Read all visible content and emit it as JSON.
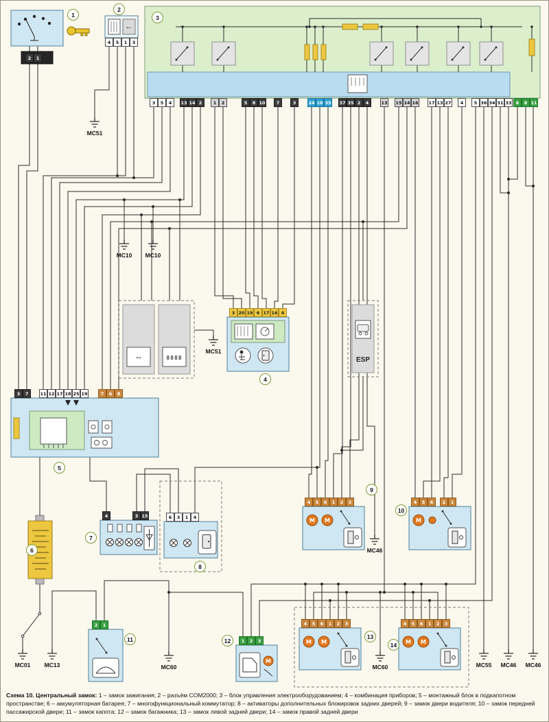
{
  "caption": {
    "title": "Схема 10. Центральный замок:",
    "body": " 1 – замок зажигания; 2 – разъём COM2000; 3 – блок управления электрооборудованием; 4 – комбинация приборов; 5 – монтажный блок в подкапотном пространстве; 6 – аккумуляторная батарея; 7 – многофункциональный коммутатор; 8 – активаторы дополнительных блокировок задних дверей; 9 – замок двери водителя; 10 – замок передней пассажирской двери; 11 – замок капота; 12 – замок багажника; 13 – замок левой задней двери; 14 – замок правой задней двери"
  },
  "callouts": [
    "1",
    "2",
    "3",
    "4",
    "5",
    "6",
    "7",
    "8",
    "9",
    "10",
    "11",
    "12",
    "13",
    "14"
  ],
  "grounds": [
    "МС51",
    "МС10",
    "МС10",
    "МС51",
    "МС46",
    "МС01",
    "МС13",
    "МС60",
    "МС60",
    "МС55",
    "МС46",
    "МС46"
  ],
  "labels": {
    "esp": "ESP",
    "motor": "M",
    "display": "8888",
    "arrow_double": "⇔",
    "arrow_left": "←"
  },
  "colors": {
    "unit_fill": "#dcefcd",
    "band_fill": "#badcf0",
    "box_fill": "#cfe7f2",
    "battery_fill": "#ecc73f",
    "pin_blue": "#2f9fd0",
    "pin_green": "#3aa042",
    "pin_orange": "#c9873e"
  },
  "pins": {
    "ignition": [
      "2",
      "1"
    ],
    "com2000": [
      "4",
      "5",
      "1",
      "3"
    ],
    "unit3_g1": [
      "3",
      "5",
      "4"
    ],
    "unit3_g2": [
      "13",
      "14",
      "2"
    ],
    "unit3_g3": [
      "1",
      "2"
    ],
    "unit3_g4": [
      "5",
      "8",
      "10"
    ],
    "unit3_g5": [
      "7"
    ],
    "unit3_g6": [
      "3"
    ],
    "unit3_g7": [
      "24",
      "10",
      "35"
    ],
    "unit3_g8": [
      "37",
      "35",
      "2",
      "4"
    ],
    "unit3_g9": [
      "13"
    ],
    "unit3_g10": [
      "15",
      "14",
      "16"
    ],
    "unit3_g11": [
      "17",
      "13",
      "27"
    ],
    "unit3_g12": [
      "4"
    ],
    "unit3_g13": [
      "5",
      "36",
      "34",
      "31",
      "33"
    ],
    "unit3_g14": [
      "6",
      "8",
      "11"
    ],
    "cluster": [
      "3",
      "20",
      "19",
      "6",
      "17",
      "16",
      "4"
    ],
    "block5_a": [
      "3",
      "7"
    ],
    "block5_b": [
      "11",
      "12",
      "17",
      "18",
      "25",
      "19"
    ],
    "block5_c": [
      "7",
      "6",
      "8"
    ],
    "switch7_a": [
      "4"
    ],
    "switch7_b": [
      "3",
      "15"
    ],
    "act8": [
      "6",
      "3",
      "1",
      "4"
    ],
    "lock9": [
      "4",
      "5",
      "6",
      "1",
      "2",
      "3"
    ],
    "lock10_a": [
      "4",
      "5",
      "6"
    ],
    "lock10_b": [
      "2",
      "1"
    ],
    "hood11": [
      "2",
      "1"
    ],
    "trunk12": [
      "1",
      "2",
      "3"
    ],
    "lock13": [
      "4",
      "5",
      "6",
      "1",
      "2",
      "3"
    ],
    "lock14": [
      "4",
      "5",
      "6",
      "1",
      "2",
      "3"
    ]
  }
}
